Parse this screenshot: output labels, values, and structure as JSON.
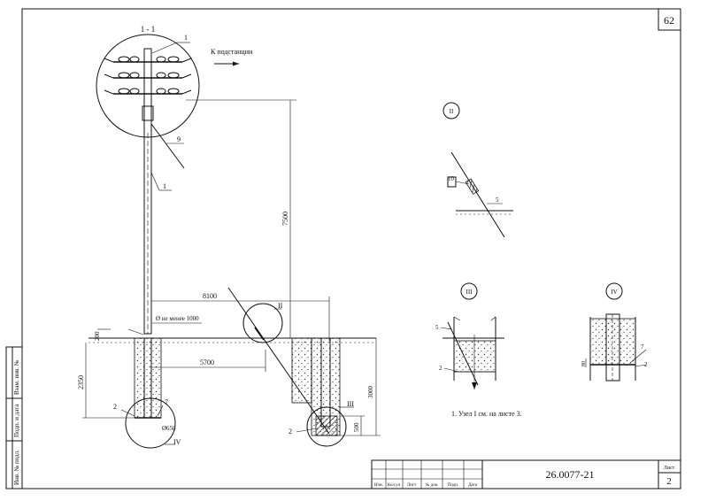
{
  "sheet": {
    "page_number": "62",
    "doc_code": "26.0077-21",
    "sheet_label": "Лист",
    "sheet_number": "2"
  },
  "title_block": {
    "columns": [
      "Изм.",
      "Кол.уч",
      "Лист",
      "№ док.",
      "Подп.",
      "Дата"
    ]
  },
  "side_stamp": {
    "fields": [
      "Инв. № подл.",
      "Подп. и дата",
      "Взам. инв. №"
    ]
  },
  "main_view": {
    "section_label": "1 - 1",
    "direction_note": "К подстанции",
    "callouts": [
      "1",
      "1",
      "9",
      "2",
      "7",
      "2"
    ],
    "dims": {
      "height": "7500",
      "span_long": "8100",
      "span_short": "5700",
      "depth_pole": "2350",
      "depth_anchor": "3000",
      "ground_offset": "200",
      "anchor_block": "500",
      "foundation_dia": "Ø650",
      "min_dia": "Ø не менее 1000"
    },
    "node_labels": [
      "II",
      "III",
      "IV"
    ]
  },
  "detail_II": {
    "label": "II",
    "callouts": [
      "10",
      "5"
    ]
  },
  "detail_III": {
    "label": "III",
    "callouts": [
      "5",
      "2"
    ]
  },
  "detail_IV": {
    "label": "IV",
    "callouts": [
      "7",
      "2"
    ],
    "dim": "80"
  },
  "note": "1. Узел I см. на листе 3."
}
